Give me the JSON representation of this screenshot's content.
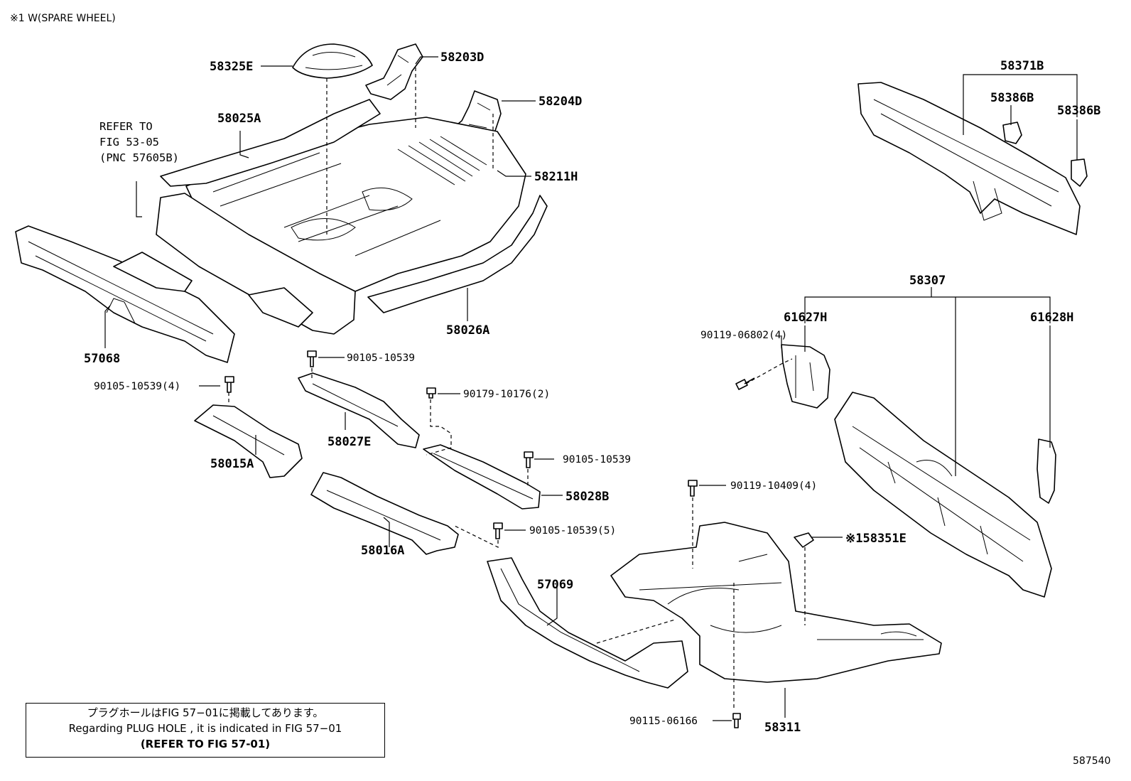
{
  "header_note": "※1 W(SPARE WHEEL)",
  "refer_note": [
    "REFER TO",
    "FIG 53-05",
    "(PNC 57605B)"
  ],
  "labels": {
    "p58325E": "58325E",
    "p58203D": "58203D",
    "p58204D": "58204D",
    "p58025A": "58025A",
    "p58211H": "58211H",
    "p58026A": "58026A",
    "p57068": "57068",
    "p58371B": "58371B",
    "p58386B_a": "58386B",
    "p58386B_b": "58386B",
    "p58307": "58307",
    "p61627H": "61627H",
    "p61628H": "61628H",
    "b90119_06802": "90119-06802(4)",
    "b90105_10539_top": "90105-10539",
    "b90105_10539_4": "90105-10539(4)",
    "b90179_10176": "90179-10176(2)",
    "p58027E": "58027E",
    "p58015A": "58015A",
    "b90105_10539_mid": "90105-10539",
    "p58028B": "58028B",
    "b90119_10409": "90119-10409(4)",
    "b90105_10539_5": "90105-10539(5)",
    "p58016A": "58016A",
    "p58351E": "※158351E",
    "p57069": "57069",
    "b90115_06166": "90115-06166",
    "p58311": "58311"
  },
  "note": {
    "line1": "プラグホールはFIG 57−01に掲載してあります。",
    "line2": "Regarding  PLUG  HOLE , it is indicated in FIG  57−01",
    "line3": "(REFER TO FIG 57-01)"
  },
  "figure_id": "587540"
}
